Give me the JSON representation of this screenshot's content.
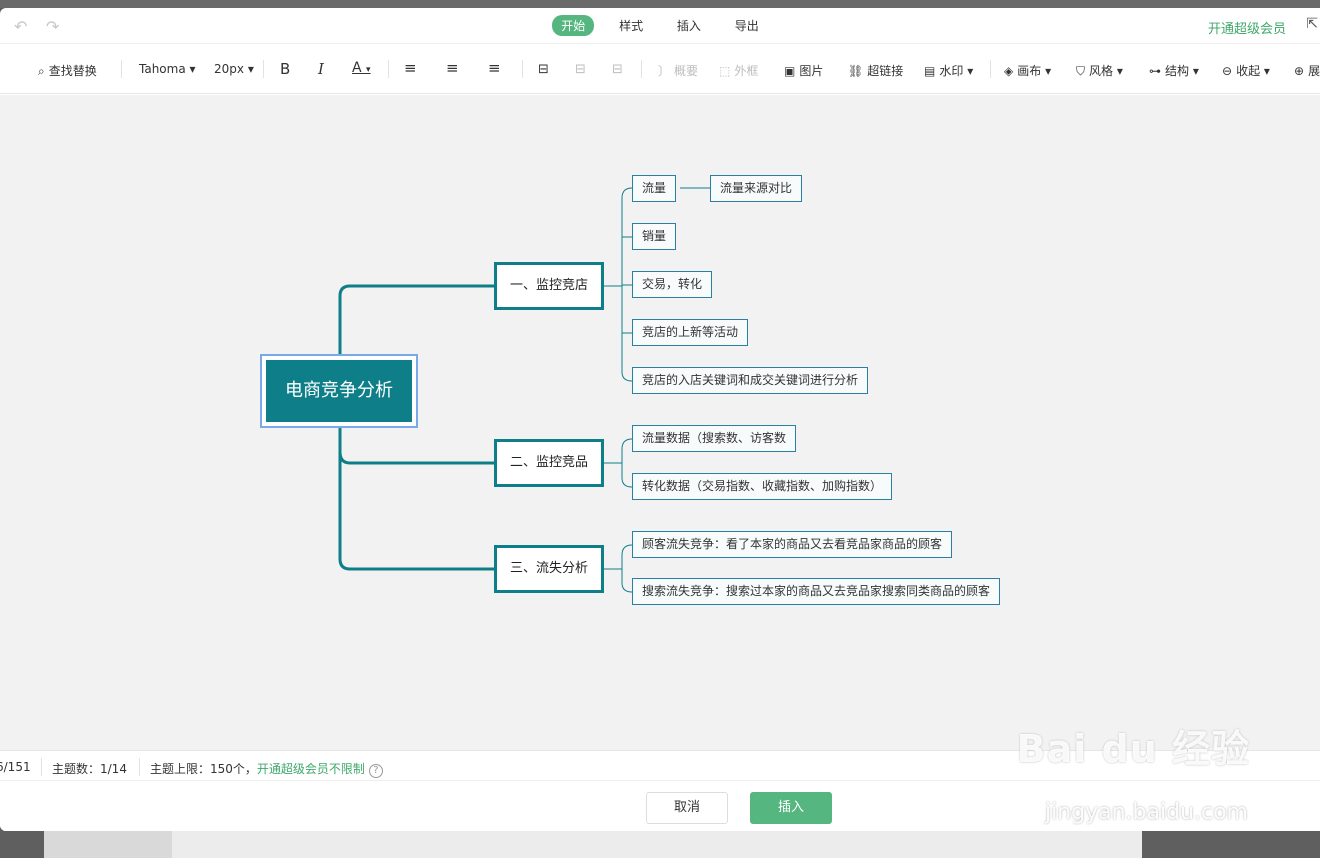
{
  "header": {
    "undo_icon": "undo-icon",
    "redo_icon": "redo-icon",
    "menu": [
      {
        "label": "开始",
        "active": true
      },
      {
        "label": "样式",
        "active": false
      },
      {
        "label": "插入",
        "active": false
      },
      {
        "label": "导出",
        "active": false
      }
    ],
    "vip_label": "开通超级会员",
    "share_icon": "share-icon"
  },
  "toolbar": {
    "find_replace": "查找替换",
    "font_family": "Tahoma",
    "font_size": "20px",
    "bold": "B",
    "italic": "I",
    "font_color": "A",
    "summary": "概要",
    "outer_frame": "外框",
    "image": "图片",
    "hyperlink": "超链接",
    "watermark": "水印",
    "canvas": "画布",
    "style": "风格",
    "structure": "结构",
    "collapse": "收起",
    "expand_partial": "展"
  },
  "mindmap": {
    "root": "电商竞争分析",
    "branches": [
      {
        "label": "一、监控竞店",
        "children": [
          "流量",
          "销量",
          "交易，转化",
          "竞店的上新等活动",
          "竞店的入店关键词和成交关键词进行分析"
        ]
      },
      {
        "label": "二、监控竞品",
        "children": [
          "流量数据（搜索数、访客数",
          "转化数据（交易指数、收藏指数、加购指数）"
        ]
      },
      {
        "label": "三、流失分析",
        "children": [
          "顾客流失竞争：看了本家的商品又去看竞品家商品的顾客",
          "搜索流失竞争：搜索过本家的商品又去竞品家搜索同类商品的顾客"
        ]
      }
    ],
    "sub_child": "流量来源对比"
  },
  "status": {
    "char_count": "6/151",
    "topic_count": "主题数：1/14",
    "topic_limit": "主题上限：150个，",
    "vip_unlimited": "开通超级会员不限制",
    "help": "?"
  },
  "footer": {
    "cancel": "取消",
    "insert": "插入"
  },
  "watermark": {
    "brand": "Bai du 经验",
    "url": "jingyan.baidu.com"
  },
  "colors": {
    "accent_green": "#55b77f",
    "teal": "#0e7f88",
    "node_border": "#2b7fa0",
    "selection_blue": "#7aa9e8"
  }
}
